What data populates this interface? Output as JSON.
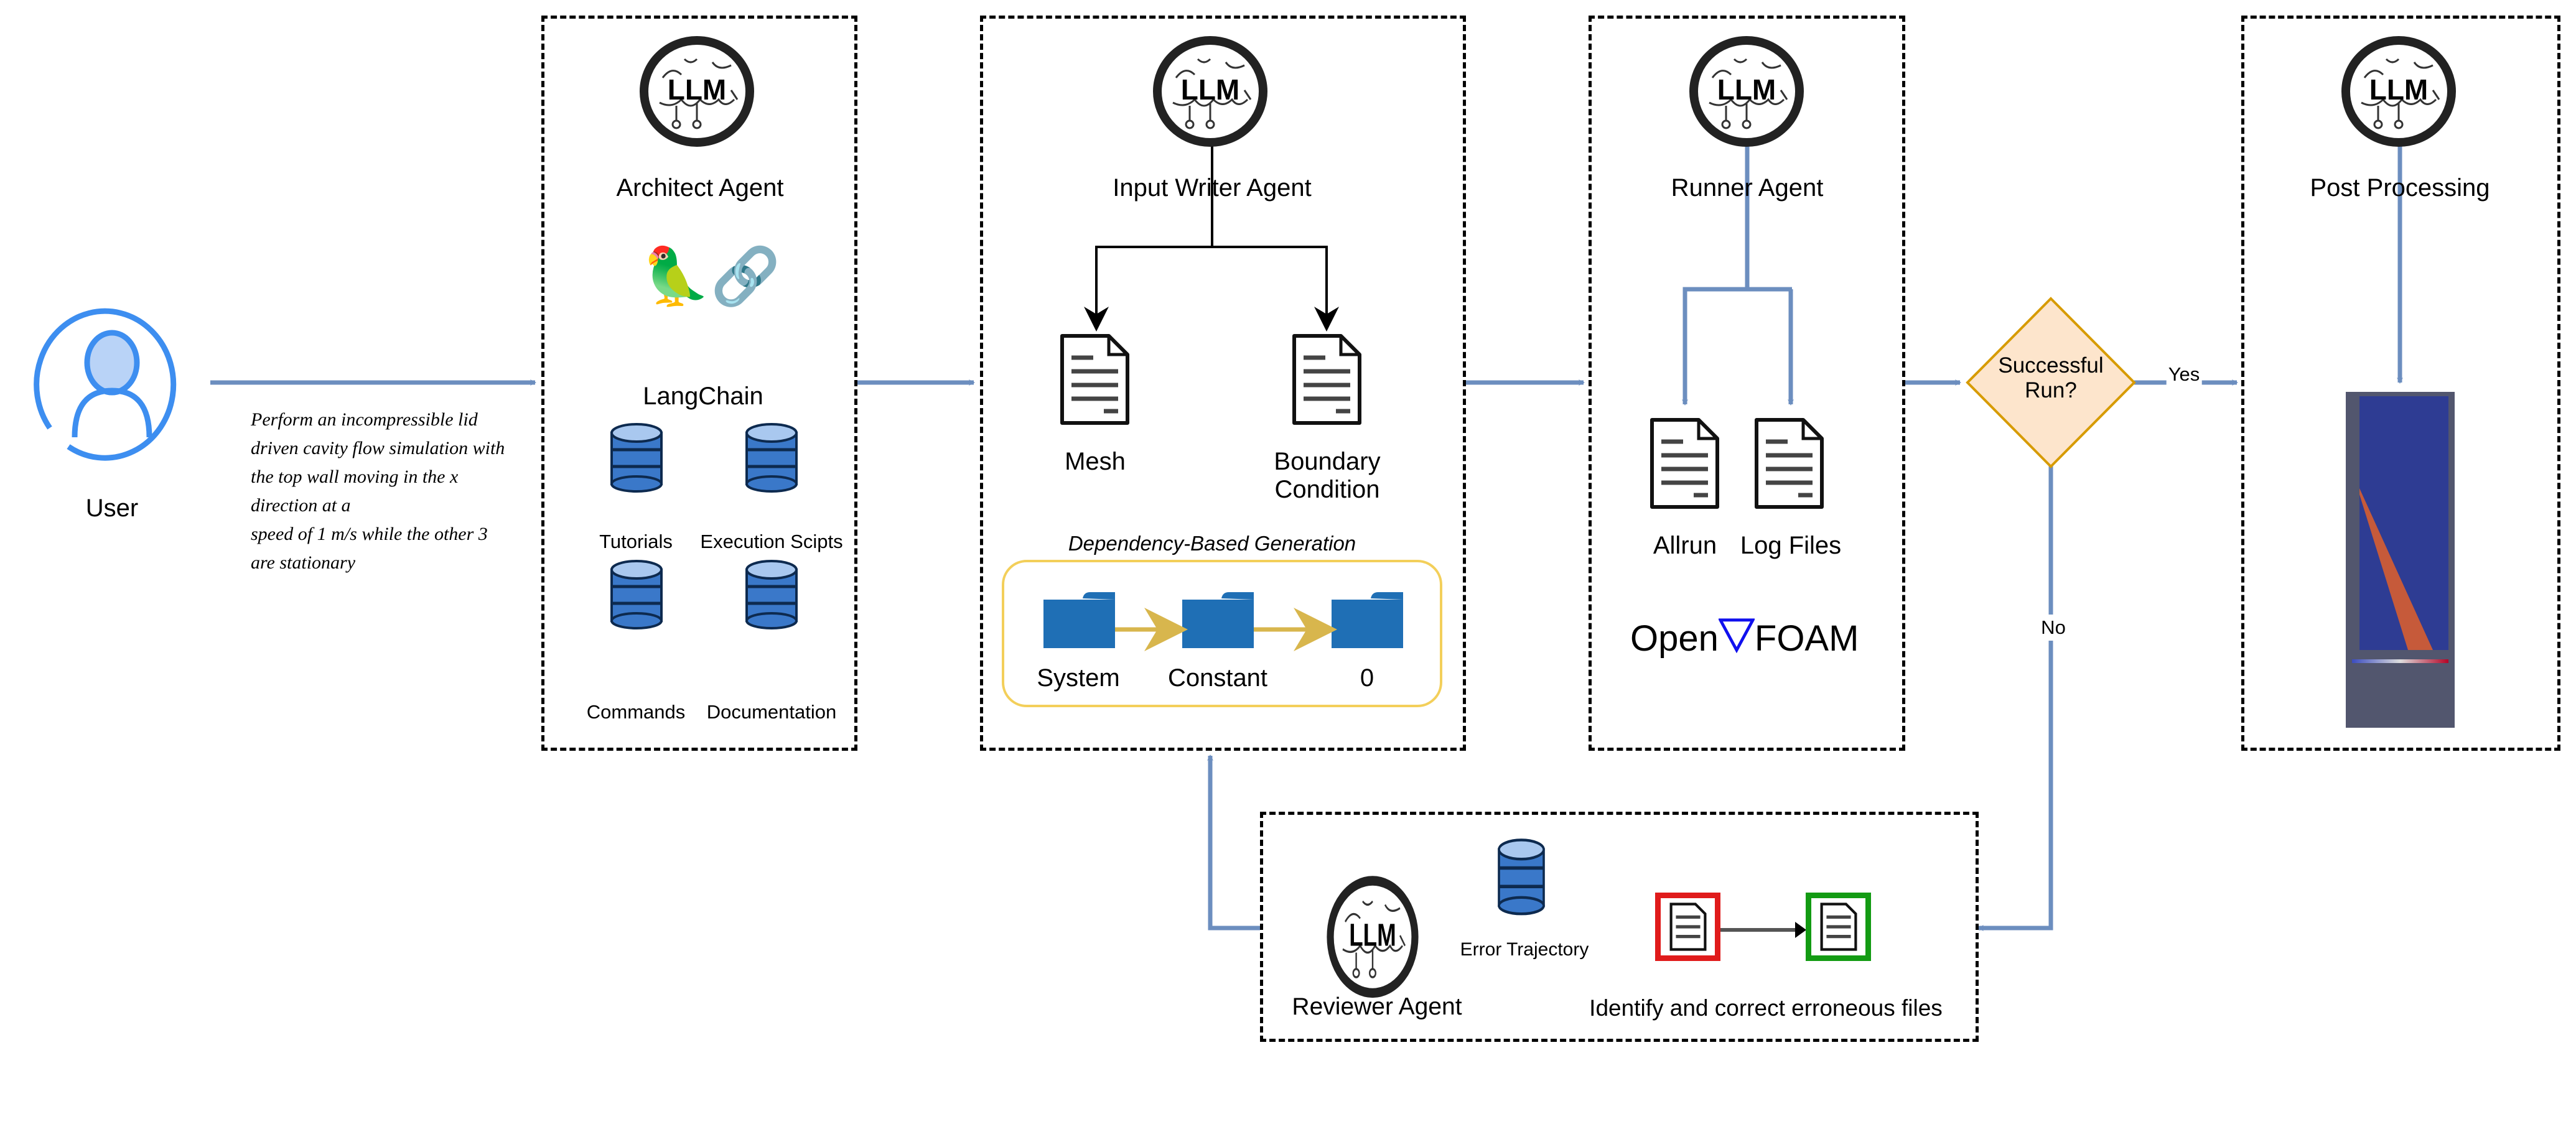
{
  "user": {
    "label": "User",
    "prompt_lines": [
      "Perform an incompressible lid",
      "driven cavity flow simulation with",
      "the top wall moving in the x",
      "direction at a",
      "speed of 1 m/s while the other 3",
      "are stationary"
    ]
  },
  "architect": {
    "title": "Architect Agent",
    "framework": "LangChain",
    "databases": [
      "Tutorials",
      "Execution Scipts",
      "Commands",
      "Documentation"
    ]
  },
  "input_writer": {
    "title": "Input Writer Agent",
    "files": [
      "Mesh",
      "Boundary",
      "Condition"
    ],
    "dependency_title": "Dependency-Based Generation",
    "folders": [
      "System",
      "Constant",
      "0"
    ]
  },
  "runner": {
    "title": "Runner Agent",
    "files": [
      "Allrun",
      "Log Files"
    ],
    "tool_left": "Open",
    "tool_right": "FOAM"
  },
  "decision": {
    "line1": "Successful",
    "line2": "Run?",
    "yes": "Yes",
    "no": "No"
  },
  "post": {
    "title": "Post Processing"
  },
  "reviewer": {
    "title": "Reviewer Agent",
    "db_label": "Error Trajectory",
    "action": "Identify and correct erroneous files"
  },
  "llm_badge": "LLM",
  "colors": {
    "flow": "#6c8ebf",
    "database": "#3a78c9",
    "decision_fill": "#fde5cc",
    "decision_stroke": "#d79b00",
    "folder": "#1f6fb5",
    "dependency_border": "#f3cf5a",
    "error": "#e01b1b",
    "fixed": "#139b13"
  }
}
